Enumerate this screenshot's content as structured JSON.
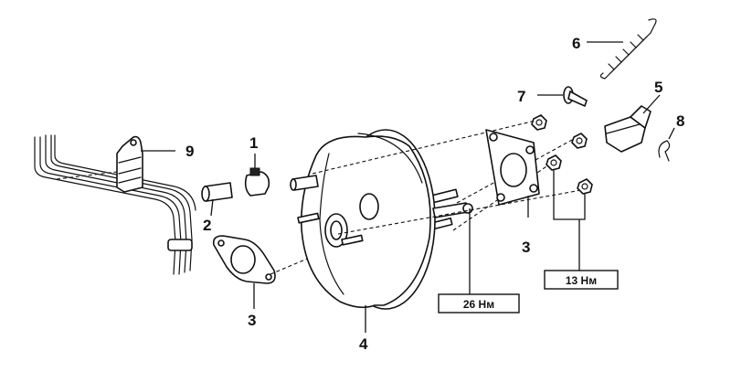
{
  "callouts": {
    "c1": "1",
    "c2": "2",
    "c3_gasket_left": "3",
    "c3_plate_right": "3",
    "c4": "4",
    "c5": "5",
    "c6": "6",
    "c7": "7",
    "c8": "8",
    "c9": "9"
  },
  "torque": {
    "rod_nut": "26 Нм",
    "plate_nuts": "13 Нм"
  }
}
